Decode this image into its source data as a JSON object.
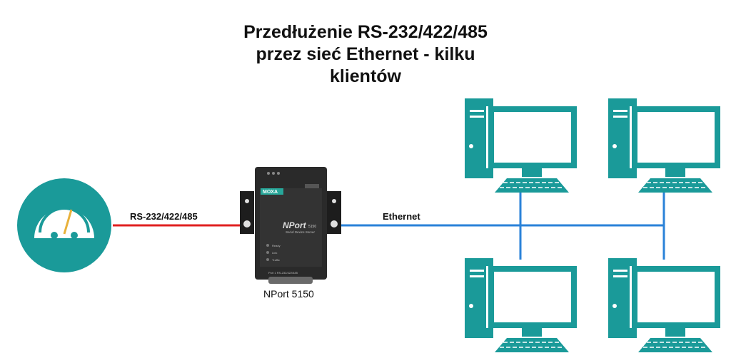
{
  "title": {
    "line1": "Przedłużenie RS-232/422/485",
    "line2": "przez sieć Ethernet - kilku",
    "line3": "klientów"
  },
  "links": {
    "serial_label": "RS-232/422/485",
    "ethernet_label": "Ethernet"
  },
  "device": {
    "caption": "NPort 5150",
    "brand": "MOXA",
    "model_logo": "NPort",
    "model_number": "5150",
    "subtitle": "Serial Device Server",
    "leds": [
      "Ready",
      "Link",
      "Traffic"
    ],
    "port_label": "Port 1  RS-232/422/485"
  },
  "colors": {
    "serial_line": "#e02020",
    "ethernet_line": "#2a82d8",
    "computer": "#1a9a99",
    "gauge_bg": "#1a9a99",
    "device_body": "#2a2a2a"
  },
  "icons": {
    "meter": "gauge-icon",
    "clients": [
      "computer-icon",
      "computer-icon",
      "computer-icon",
      "computer-icon"
    ]
  }
}
